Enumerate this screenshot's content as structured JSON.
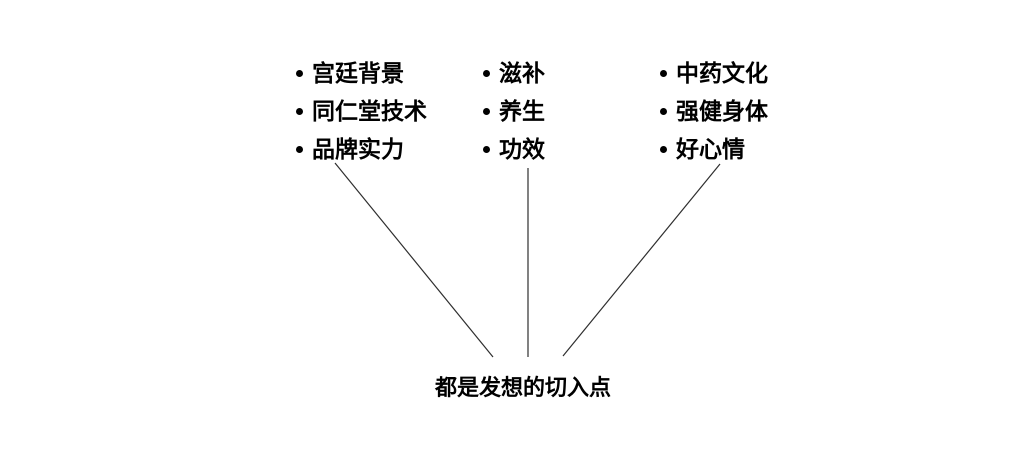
{
  "diagram": {
    "background_color": "#ffffff",
    "text_color": "#000000",
    "line_color": "#2e2e2e",
    "groups": [
      {
        "items": [
          "宫廷背景",
          "同仁堂技术",
          "品牌实力"
        ]
      },
      {
        "items": [
          "滋补",
          "养生",
          "功效"
        ]
      },
      {
        "items": [
          "中药文化",
          "强健身体",
          "好心情"
        ]
      }
    ],
    "conclusion": "都是发想的切入点"
  }
}
